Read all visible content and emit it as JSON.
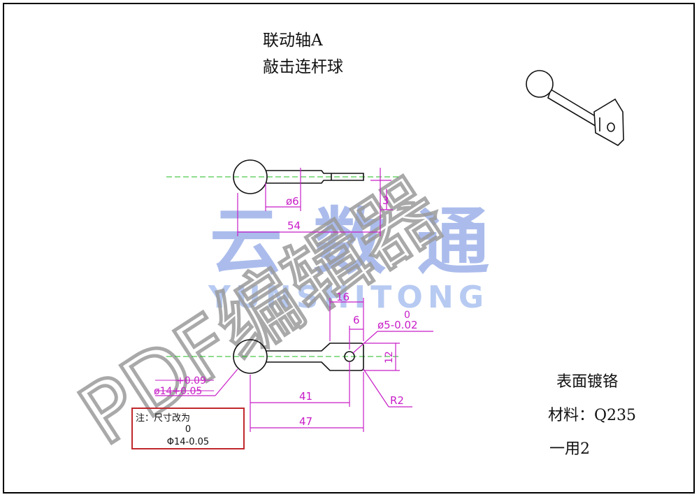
{
  "title": {
    "line1": "联动轴A",
    "line2": "敲击连杆球"
  },
  "watermarks": {
    "main_cn": "云数通",
    "main_en": "YUNSHITONG",
    "diagonal": "PDF编辑器"
  },
  "top_view": {
    "dia_label": "ø6",
    "len_label": "54",
    "offset_label": "3"
  },
  "front_view": {
    "len16": "16",
    "len6": "6",
    "hole_dia": "ø5-0.02",
    "hole_tol_top": "0",
    "height12": "12",
    "len41": "41",
    "len47": "47",
    "radius": "R2",
    "ball_tol_top": "+0.09",
    "ball_dia": "ø14+0.05"
  },
  "note": {
    "line1": "注：尺寸改为",
    "line2": "0",
    "line3": "Φ14-0.05"
  },
  "specs": {
    "finish": "表面镀铬",
    "material": "材料：Q235",
    "quantity": "一用2"
  },
  "colors": {
    "dimension": "#c81ec8",
    "centerline": "#22bb22",
    "note_border": "#c0282c",
    "watermark_blue": "#8fa6e6",
    "watermark_gray": "#9a9a9a"
  }
}
